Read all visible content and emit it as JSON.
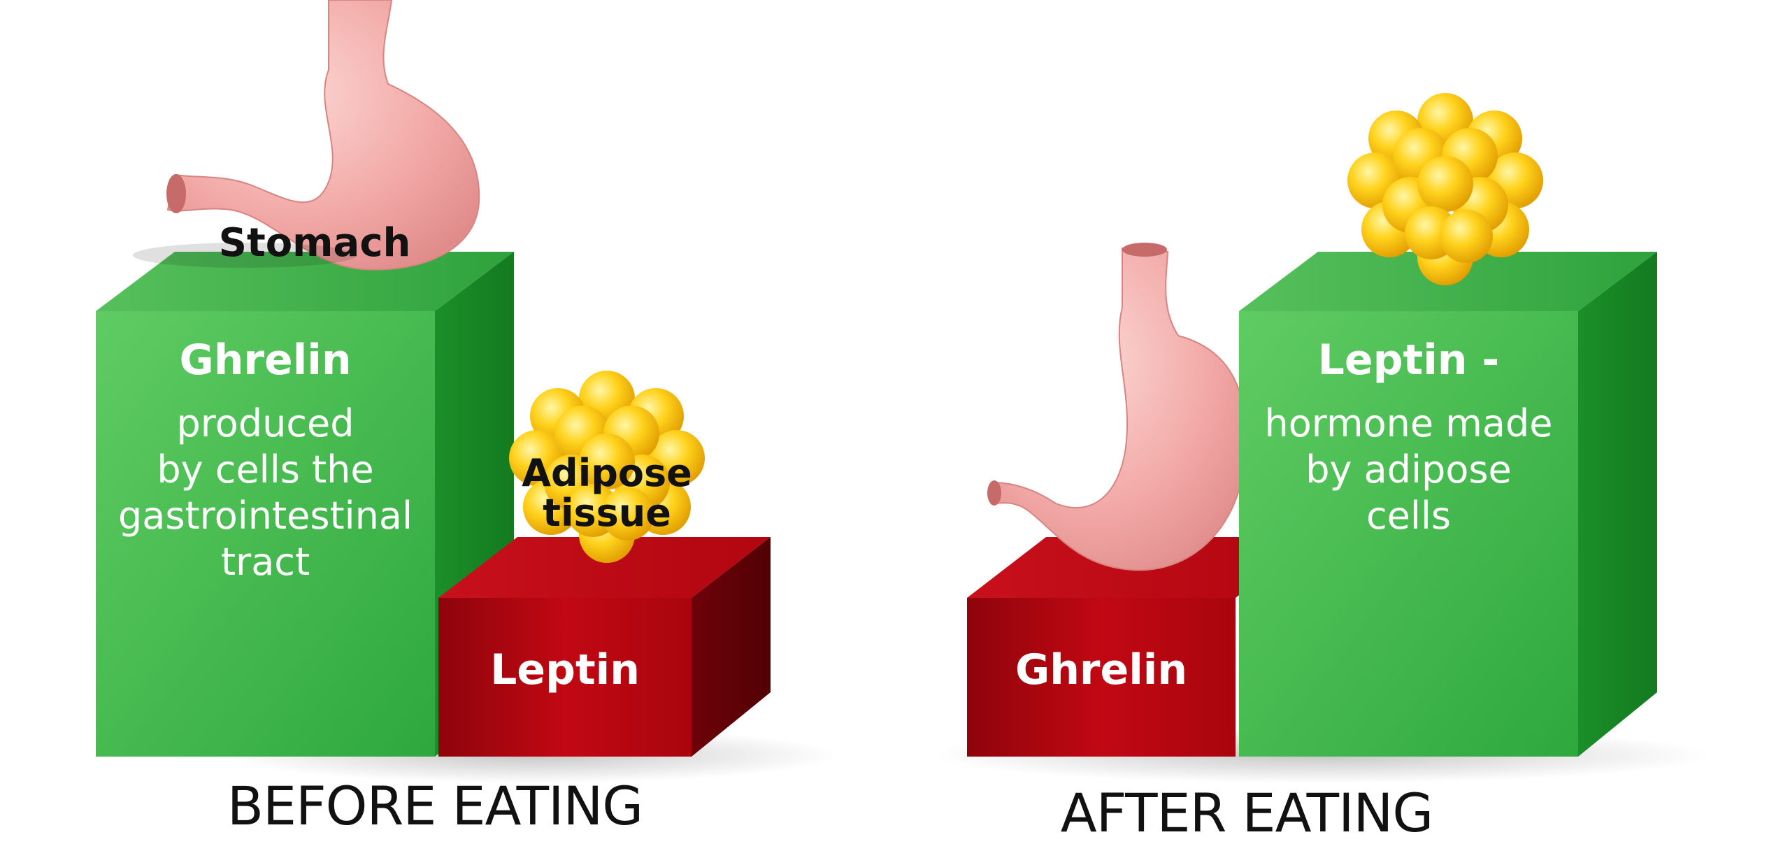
{
  "colors": {
    "green": "#3fbf4e",
    "green_dark": "#1f9a2e",
    "red": "#b0060f",
    "red_dark": "#6e0208",
    "stomach": "#f4b0ae",
    "fat": "#f6c21a"
  },
  "before": {
    "caption": "BEFORE EATING",
    "stomach_label": "Stomach",
    "adipose_label_1": "Adipose",
    "adipose_label_2": "tissue",
    "tall_box": {
      "title": "Ghrelin",
      "desc_1": "produced",
      "desc_2": "by cells the",
      "desc_3": "gastrointestinal",
      "desc_4": "tract"
    },
    "short_box": {
      "title": "Leptin"
    }
  },
  "after": {
    "caption": "AFTER EATING",
    "short_box": {
      "title": "Ghrelin"
    },
    "tall_box": {
      "title": "Leptin -",
      "desc_1": "hormone made",
      "desc_2": "by adipose",
      "desc_3": "cells"
    }
  }
}
